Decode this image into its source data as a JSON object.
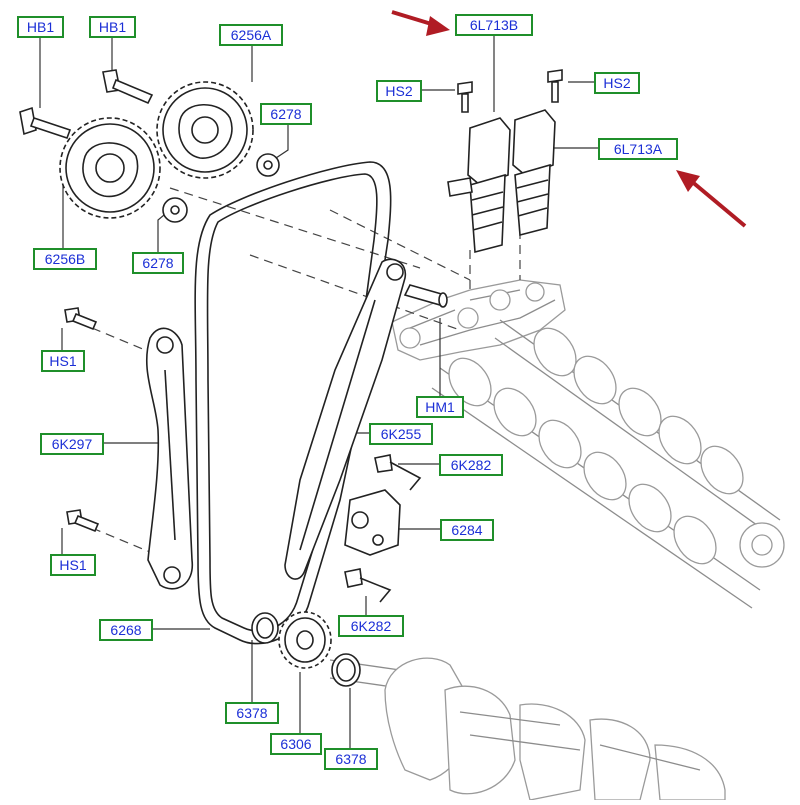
{
  "diagram": {
    "labels": {
      "hb1_left": "HB1",
      "hb1_right": "HB1",
      "sprocket_6256a": "6256A",
      "sprocket_6256b": "6256B",
      "washer_6278_top": "6278",
      "washer_6278_bottom": "6278",
      "solenoid_6l713b": "6L713B",
      "solenoid_6l713a": "6L713A",
      "hs2_left": "HS2",
      "hs2_right": "HS2",
      "hs1_top": "HS1",
      "hs1_bottom": "HS1",
      "guide_6k297": "6K297",
      "pin_hm1": "HM1",
      "guide_6k255": "6K255",
      "bolt_6k282_top": "6K282",
      "tensioner_6284": "6284",
      "bolt_6k282_bottom": "6K282",
      "chain_6268": "6268",
      "ring_6378_left": "6378",
      "sprocket_6306": "6306",
      "ring_6378_right": "6378"
    },
    "colors": {
      "label_border": "#1f8f2a",
      "label_text": "#1b2fd6",
      "arrow": "#b01c24",
      "line": "#222222",
      "ghost": "#9a9a9a"
    }
  }
}
